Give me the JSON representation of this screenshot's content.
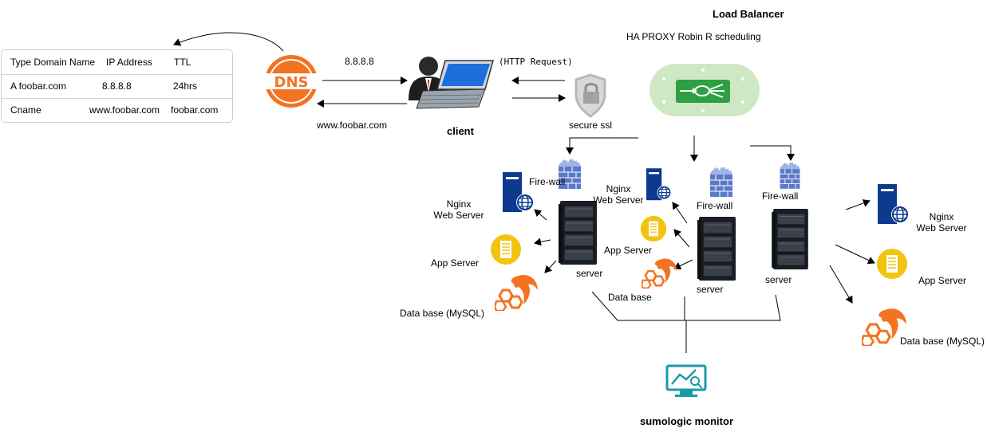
{
  "dns_table": {
    "headers": [
      "Type Domain Name",
      "IP Address",
      "TTL"
    ],
    "rows": [
      [
        "A foobar.com",
        "8.8.8.8",
        "24hrs"
      ],
      [
        "Cname",
        "www.foobar.com",
        "foobar.com"
      ]
    ]
  },
  "dns": {
    "icon": "dns-icon",
    "color": "#f37321",
    "ip_label": "8.8.8.8",
    "domain_label": "www.foobar.com"
  },
  "client": {
    "label": "client",
    "icon": "user-laptop-icon",
    "request_label": "(HTTP Request)"
  },
  "ssl": {
    "label": "secure ssl",
    "icon": "shield-lock-icon"
  },
  "load_balancer": {
    "title": "Load Balancer",
    "subtitle": "HA PROXY Robin R scheduling",
    "icon": "load-balancer-icon",
    "color": "#2ea043"
  },
  "clusters": [
    {
      "firewall": "Fire-wall",
      "web": "Nginx\nWeb Server",
      "app": "App Server",
      "db": "Data base (MySQL)",
      "server": "server"
    },
    {
      "firewall": "Fire-wall",
      "web": "Nginx\nWeb Server",
      "app": "App Server",
      "db": "Data base",
      "server": "server"
    },
    {
      "firewall": "Fire-wall",
      "web": "Nginx\nWeb Server",
      "app": "App Server",
      "db": "Data base (MySQL)",
      "server": "server"
    }
  ],
  "monitor": {
    "label": "sumologic monitor",
    "icon": "monitor-chart-icon",
    "color": "#1a9ba8"
  },
  "colors": {
    "web_server": "#0d3a8f",
    "app_server": "#f1c40f",
    "mysql": "#f37321",
    "firewall": "#5b79c9"
  }
}
